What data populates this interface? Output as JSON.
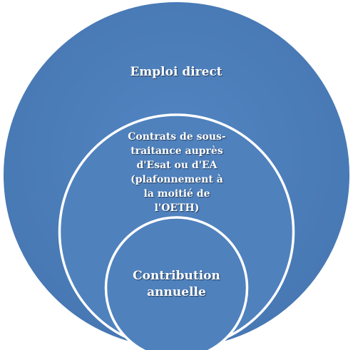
{
  "diagram": {
    "type": "nested-circles",
    "colors": {
      "fill": "#4f81bd",
      "fill_edge": "#426ea0",
      "stroke": "#ffffff",
      "text": "#ffffff"
    },
    "outer": {
      "label": "Emploi direct"
    },
    "middle": {
      "label": "Contrats de sous-\ntraitance auprès\nd'Esat ou d'EA\n(plafonnement à\nla moitié de\nl'OETH)"
    },
    "inner": {
      "label": "Contribution\nannuelle"
    }
  }
}
